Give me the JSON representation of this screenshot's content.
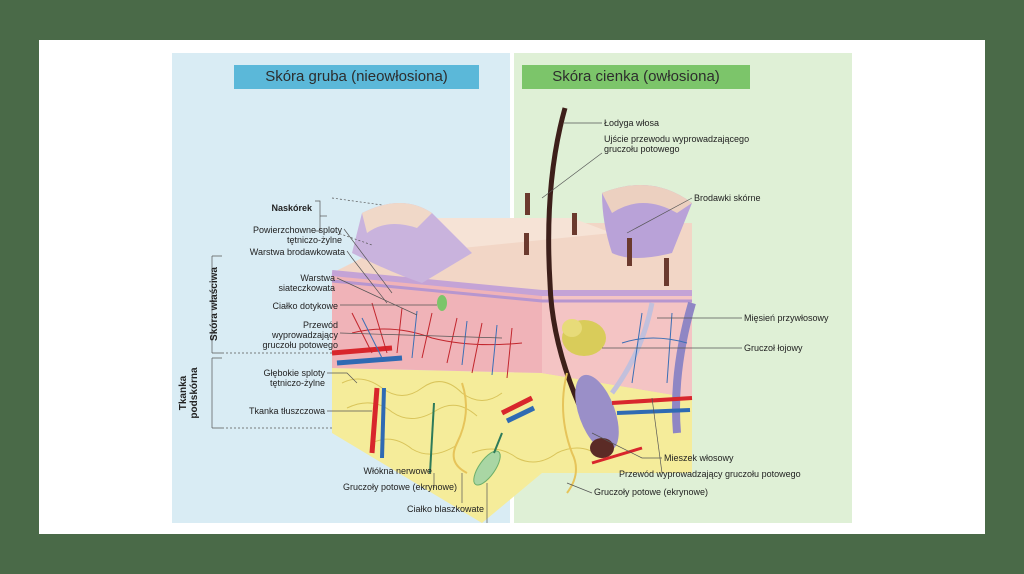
{
  "titles": {
    "left": "Skóra gruba (nieowłosiona)",
    "right": "Skóra cienka (owłosiona)"
  },
  "left_labels": {
    "naskorek": "Naskórek",
    "sploty_powierzchowne": "Powierzchowne sploty\ntętniczo-żylne",
    "warstwa_brodawkowata": "Warstwa brodawkowata",
    "warstwa_siateczkowata": "Warstwa\nsiateczkowata",
    "cialko_dotykowe": "Ciałko dotykowe",
    "przewod": "Przewód\nwyprowadzający\ngruczołu potowego",
    "sploty_glebokie": "Głębokie sploty\ntętniczo-żylne",
    "tkanka_tluszczowa": "Tkanka tłuszczowa"
  },
  "group_labels": {
    "skora_wlasciwa": "Skóra właściwa",
    "tkanka_podskorna": "Tkanka\npodskórna"
  },
  "bottom_labels": {
    "wlokna_nerwowe": "Włókna nerwowe",
    "gruczoly_potowe_left": "Gruczoły potowe (ekrynowe)",
    "cialko_blaszkowate": "Ciałko blaszkowate"
  },
  "right_labels": {
    "lodyga_wlosa": "Łodyga włosa",
    "ujscie": "Ujście przewodu wyprowadzającego\ngruczołu potowego",
    "brodawki_skorne": "Brodawki skórne",
    "miesien": "Mięsień przywłosowy",
    "gruczol_lojowy": "Gruczoł łojowy",
    "mieszek": "Mieszek włosowy",
    "przewod_right": "Przewód wyprowadzający gruczołu potowego",
    "gruczoly_potowe_right": "Gruczoły potowe (ekrynowe)"
  },
  "colors": {
    "background": "#4a6a48",
    "left_panel": "#d9ecf4",
    "right_panel": "#dff0d6",
    "title_left": "#5bb8d9",
    "title_right": "#7cc56a",
    "epidermis": "#f2d6c6",
    "dermis": "#f0b3b8",
    "fat": "#f5ec9a",
    "artery": "#d8262c",
    "vein": "#2f6ab3"
  }
}
